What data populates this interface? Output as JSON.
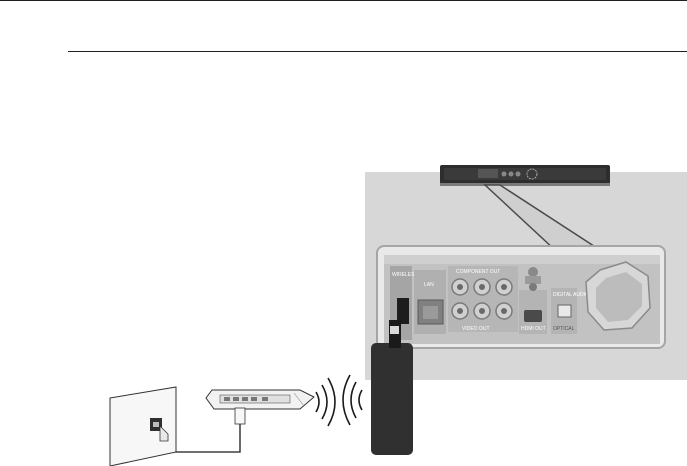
{
  "diagram": {
    "panel_labels": {
      "lan": "LAN",
      "component_out": "COMPONENT OUT",
      "video_out": "VIDEO OUT",
      "hdmi_out": "HDMI OUT",
      "digital_audio_out": "DIGITAL AUDIO OUT",
      "optical": "OPTICAL",
      "wireless_lan": "WIRELESS LAN"
    }
  }
}
